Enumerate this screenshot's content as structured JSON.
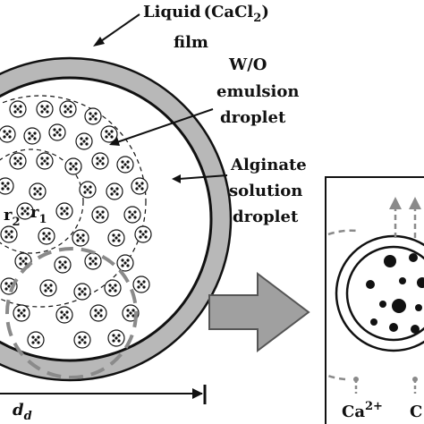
{
  "colors": {
    "ink": "#111111",
    "film_gray": "#b8b8b8",
    "dash_gray": "#8a8a8a",
    "arrow_gray": "#a0a0a0",
    "background": "#ffffff"
  },
  "labels": {
    "liquid_film_line1": "Liquid",
    "liquid_film_formula_open": "(CaCl",
    "liquid_film_formula_sub": "2",
    "liquid_film_formula_close": ")",
    "liquid_film_line2": "film",
    "wo_line1": "W/O",
    "wo_line2": "emulsion",
    "wo_line3": "droplet",
    "alginate_line1": "Alginate",
    "alginate_line2": "solution",
    "alginate_line3": "droplet",
    "r2_base": "r",
    "r2_sub": "2",
    "r1_base": "r",
    "r1_sub": "1",
    "dd_base": "d",
    "dd_sub": "d",
    "ca_base": "Ca",
    "ca_sup": "2+",
    "ca_partial": "C"
  },
  "icons": [
    "right-arrow-icon",
    "up-arrow-icon"
  ]
}
